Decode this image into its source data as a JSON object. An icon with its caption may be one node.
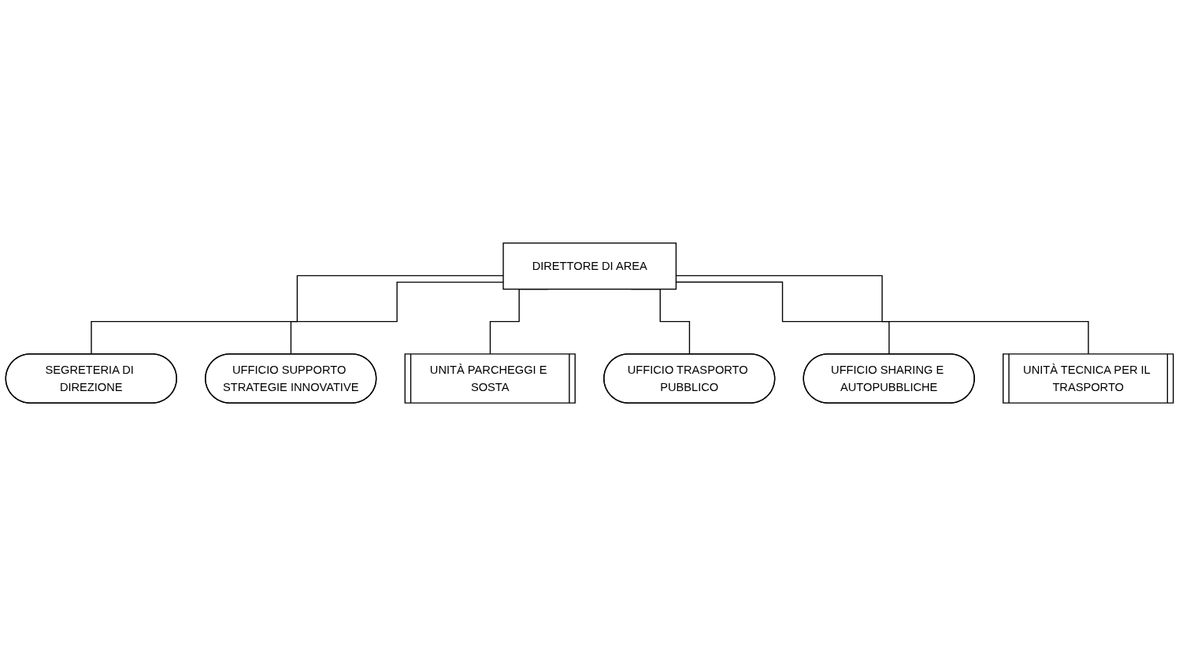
{
  "diagram": {
    "nodes": [
      {
        "text": [
          "DIRETTORE DI AREA"
        ]
      },
      {
        "text": [
          "SEGRETERIA DI DIREZIONE"
        ]
      },
      {
        "text": [
          "UFFICIO SUPPORTO STRATEGIE INNOVATIVE"
        ]
      },
      {
        "text": [
          "UNITÀ PARCHEGGI E SOSTA"
        ]
      },
      {
        "text": [
          "UFFICIO TRASPORTO PUBBLICO"
        ]
      },
      {
        "text": [
          "UFFICIO SHARING E AUTOPUBBLICHE"
        ]
      },
      {
        "text": [
          "UNITÀ TECNICA PER IL TRASPORTO"
        ]
      }
    ],
    "edges": [
      {
        "from": 0,
        "to": 1,
        "arrow": "none"
      },
      {
        "from": 0,
        "to": 2,
        "arrow": "none"
      },
      {
        "from": 0,
        "to": 3,
        "arrow": "none"
      },
      {
        "from": 0,
        "to": 4,
        "arrow": "none"
      },
      {
        "from": 0,
        "to": 5,
        "arrow": "none"
      },
      {
        "from": 0,
        "to": 6,
        "arrow": "none"
      }
    ]
  }
}
